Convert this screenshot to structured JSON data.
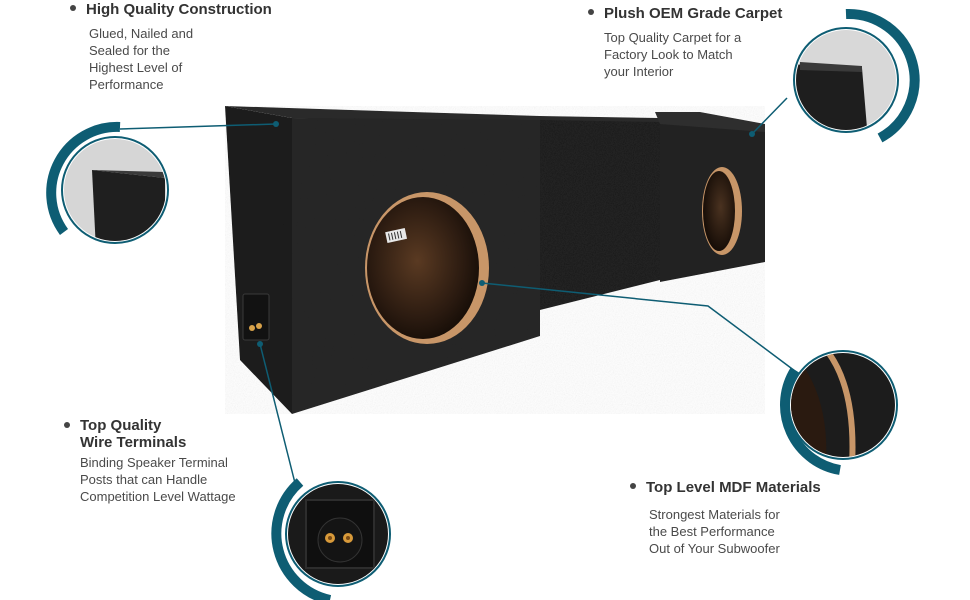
{
  "features": {
    "construction": {
      "title": "High Quality Construction",
      "desc": [
        "Glued, Nailed and",
        "Sealed for the",
        "Highest Level of",
        "Performance"
      ]
    },
    "carpet": {
      "title": "Plush OEM Grade Carpet",
      "desc": [
        "Top Quality Carpet for a",
        "Factory Look to Match",
        "your Interior"
      ]
    },
    "terminals": {
      "title_lines": [
        "Top Quality",
        "Wire Terminals"
      ],
      "desc": [
        "Binding Speaker Terminal",
        "Posts that can Handle",
        "Competition Level Wattage"
      ]
    },
    "mdf": {
      "title": "Top Level MDF Materials",
      "desc": [
        "Strongest Materials for",
        "the Best Performance",
        "Out of  Your Subwoofer"
      ]
    }
  },
  "colors": {
    "accent": "#0e5d73",
    "box": "#232323",
    "mdf": "#c89668"
  },
  "icons": [
    "construction-detail-zoom",
    "carpet-detail-zoom",
    "mdf-detail-zoom",
    "terminal-detail-zoom"
  ]
}
